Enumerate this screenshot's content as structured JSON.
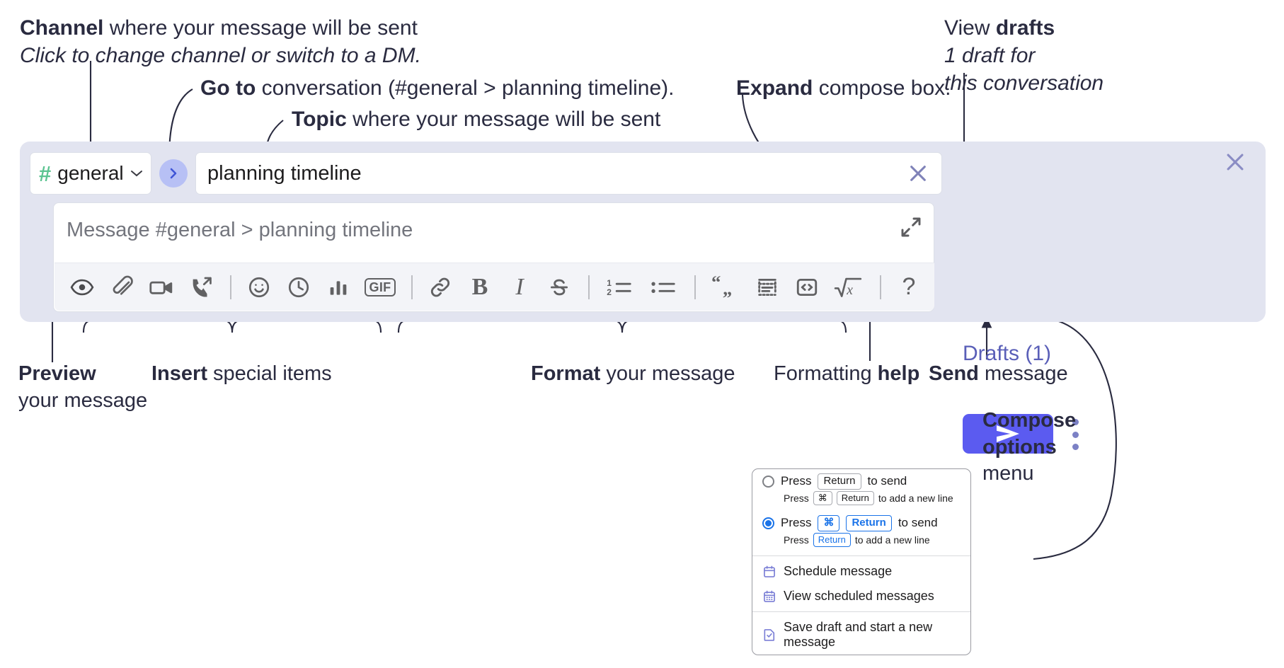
{
  "annotations": {
    "channel": {
      "bold": "Channel",
      "rest": " where your message will be sent",
      "italic": "Click to change channel or switch to a DM."
    },
    "goto": {
      "bold": "Go to",
      "rest": " conversation (#general > planning timeline)."
    },
    "topic": {
      "bold": "Topic",
      "rest": " where your message will be sent"
    },
    "expand": {
      "bold": "Expand",
      "rest": " compose box."
    },
    "drafts": {
      "plain": "View ",
      "bold": "drafts",
      "italic1": "1 draft for",
      "italic2": "this conversation"
    },
    "preview": {
      "bold": "Preview",
      "line2": "your message"
    },
    "insert": {
      "bold": "Insert",
      "rest": " special items"
    },
    "format": {
      "bold": "Format",
      "rest": " your message"
    },
    "help": {
      "plain": "Formatting ",
      "bold": "help"
    },
    "send": {
      "bold": "Send",
      "rest": " message"
    },
    "composeopts": {
      "bold1": "Compose",
      "bold2": "options",
      "plain": "menu"
    }
  },
  "compose": {
    "channel": {
      "hash": "#",
      "name": "general",
      "chevron": "⌄"
    },
    "goto_glyph": "›",
    "topic": {
      "value": "planning timeline",
      "clear_label": "clear"
    },
    "message": {
      "placeholder": "Message #general > planning timeline",
      "value": ""
    },
    "toolbar": [
      {
        "name": "preview-icon",
        "label": "Preview"
      },
      {
        "name": "attach-icon",
        "label": "Attach file"
      },
      {
        "name": "video-icon",
        "label": "Record video clip"
      },
      {
        "name": "huddle-icon",
        "label": "Huddle"
      },
      {
        "name": "divider",
        "label": ""
      },
      {
        "name": "emoji-icon",
        "label": "Emoji"
      },
      {
        "name": "reminder-icon",
        "label": "Reminder"
      },
      {
        "name": "poll-icon",
        "label": "Poll"
      },
      {
        "name": "gif-icon",
        "label": "GIF"
      },
      {
        "name": "divider",
        "label": ""
      },
      {
        "name": "link-icon",
        "label": "Link"
      },
      {
        "name": "bold-icon",
        "label": "B"
      },
      {
        "name": "italic-icon",
        "label": "I"
      },
      {
        "name": "strikethrough-icon",
        "label": "Strikethrough"
      },
      {
        "name": "divider",
        "label": ""
      },
      {
        "name": "ordered-list-icon",
        "label": "Ordered list"
      },
      {
        "name": "bulleted-list-icon",
        "label": "Bulleted list"
      },
      {
        "name": "divider",
        "label": ""
      },
      {
        "name": "blockquote-icon",
        "label": "Blockquote"
      },
      {
        "name": "code-block-icon",
        "label": "Code block"
      },
      {
        "name": "code-icon",
        "label": "Code"
      },
      {
        "name": "math-icon",
        "label": "Math"
      },
      {
        "name": "divider",
        "label": ""
      },
      {
        "name": "help-icon",
        "label": "?"
      }
    ],
    "drafts_link": "Drafts (1)",
    "send_label": "Send",
    "options_label": "Compose options",
    "close_label": "Close"
  },
  "menu": {
    "options": [
      {
        "selected": false,
        "main_pre": "Press",
        "main_keys": [
          "Return"
        ],
        "main_post": "to send",
        "sub_pre": "Press",
        "sub_keys": [
          "⌘",
          "Return"
        ],
        "sub_post": "to add a new line"
      },
      {
        "selected": true,
        "main_pre": "Press",
        "main_keys": [
          "⌘",
          "Return"
        ],
        "main_post": "to send",
        "sub_pre": "Press",
        "sub_keys": [
          "Return"
        ],
        "sub_post": "to add a new line"
      }
    ],
    "items": [
      {
        "icon": "calendar-schedule-icon",
        "label": "Schedule message"
      },
      {
        "icon": "calendar-list-icon",
        "label": "View scheduled messages"
      },
      {
        "icon": "save-draft-icon",
        "label": "Save draft and start a new message"
      }
    ]
  },
  "colors": {
    "compose_bg": "#e2e4f0",
    "send_purple": "#5b5bf0",
    "hash_green": "#5cc491",
    "goto_blue": "#b7c0f5",
    "drafts_text": "#5a5fb8",
    "ink": "#2a2b40"
  }
}
